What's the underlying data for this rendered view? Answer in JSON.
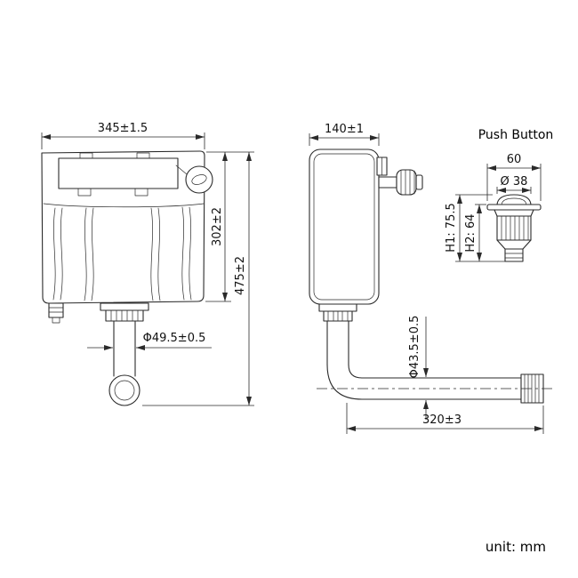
{
  "colors": {
    "ink": "#2a2a2a",
    "background": "#ffffff"
  },
  "drawing": {
    "unit_label": "unit: mm",
    "front_view": {
      "width_dim": "345±1.5",
      "body_height_dim": "302±2",
      "total_height_dim": "475±2",
      "outlet_diameter_dim": "Φ49.5±0.5"
    },
    "side_view": {
      "depth_dim": "140±1",
      "pipe_diameter_dim": "Φ43.5±0.5",
      "pipe_run_dim": "320±3"
    },
    "push_button": {
      "title": "Push Button",
      "flange_width_dim": "60",
      "cap_diameter_dim": "Ø 38",
      "h1_dim": "H1: 75.5",
      "h2_dim": "H2: 64"
    }
  }
}
